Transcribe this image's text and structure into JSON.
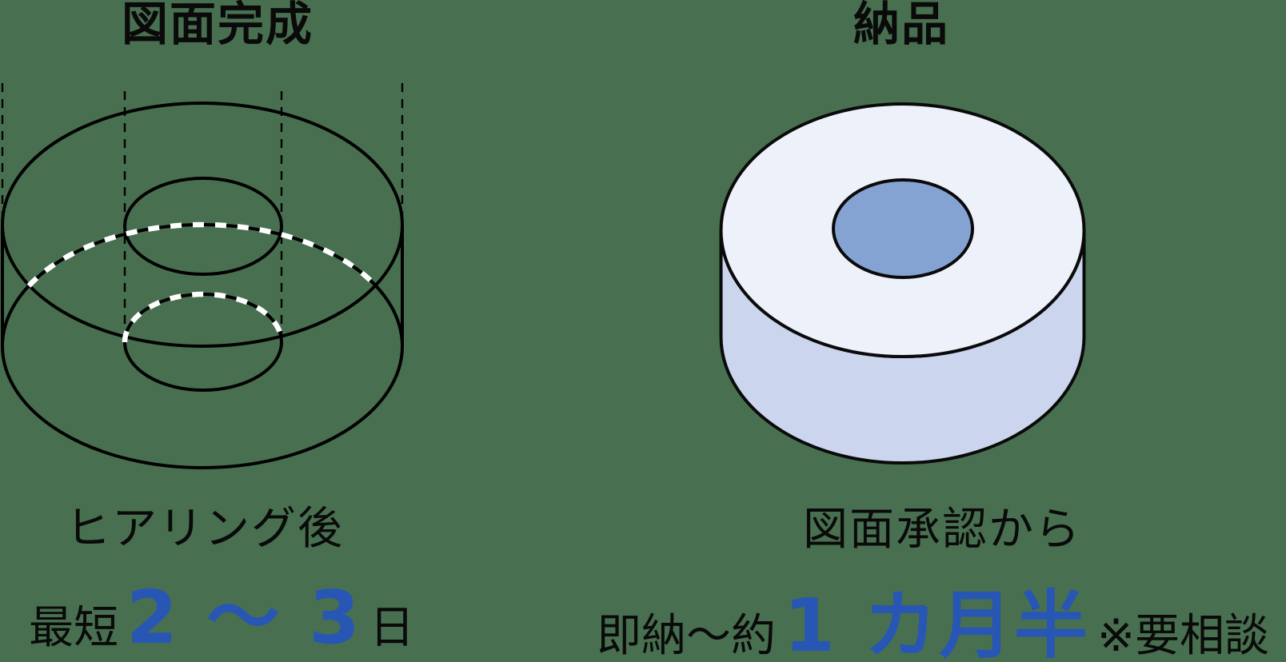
{
  "background_color": "#487050",
  "accent_blue": "#2856b4",
  "text_black": "#0a0a0a",
  "left_panel": {
    "title": "図面完成",
    "caption": "ヒアリング後",
    "duration_prefix": "最短",
    "duration_value": "2 〜 3",
    "duration_suffix": "日",
    "diagram": "wireframe-ring-washer-drawing",
    "diagram_colors": {
      "line": "#000000",
      "hidden_dash": "#ffffff"
    }
  },
  "right_panel": {
    "title": "納品",
    "caption": "図面承認から",
    "duration_prefix": "即納〜約",
    "duration_value": "1 カ月半",
    "duration_note": "※要相談",
    "diagram": "finished-ring-3d",
    "diagram_colors": {
      "top_face": "#edf1fa",
      "side": "#cbd6ee",
      "hole": "#84a3d3",
      "outline": "#0a0a0a"
    }
  }
}
